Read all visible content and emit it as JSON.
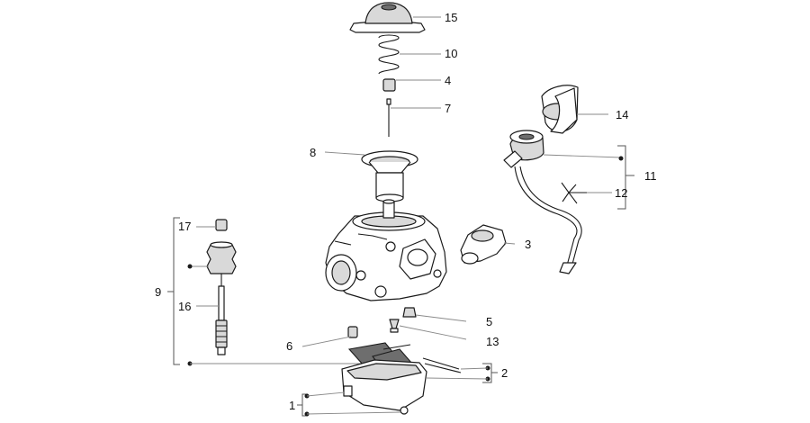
{
  "diagram": {
    "callouts": [
      {
        "id": "c15",
        "label": "15"
      },
      {
        "id": "c10",
        "label": "10"
      },
      {
        "id": "c4",
        "label": "4"
      },
      {
        "id": "c7",
        "label": "7"
      },
      {
        "id": "c14",
        "label": "14"
      },
      {
        "id": "c8",
        "label": "8"
      },
      {
        "id": "c11",
        "label": "11"
      },
      {
        "id": "c12",
        "label": "12"
      },
      {
        "id": "c17",
        "label": "17"
      },
      {
        "id": "c3",
        "label": "3"
      },
      {
        "id": "c9",
        "label": "9"
      },
      {
        "id": "c16",
        "label": "16"
      },
      {
        "id": "c5",
        "label": "5"
      },
      {
        "id": "c6",
        "label": "6"
      },
      {
        "id": "c13",
        "label": "13"
      },
      {
        "id": "c2",
        "label": "2"
      },
      {
        "id": "c1",
        "label": "1"
      }
    ]
  }
}
